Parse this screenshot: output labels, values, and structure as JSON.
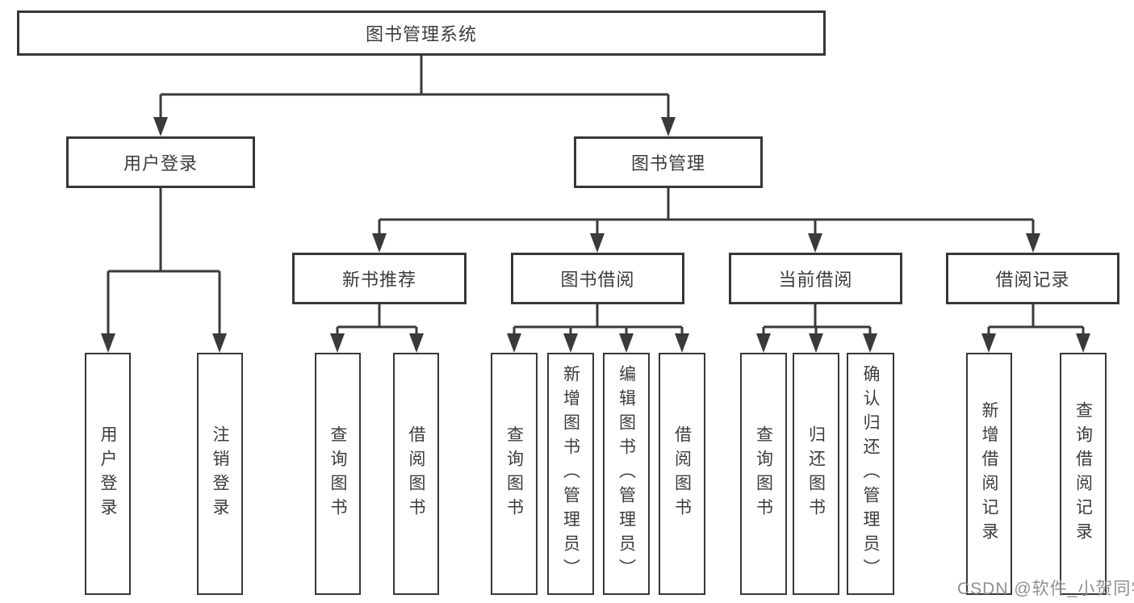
{
  "tree": {
    "label": "图书管理系统",
    "children": [
      {
        "label": "用户登录",
        "children": [
          {
            "label": "用户登录"
          },
          {
            "label": "注销登录"
          }
        ]
      },
      {
        "label": "图书管理",
        "children": [
          {
            "label": "新书推荐",
            "children": [
              {
                "label": "查询图书"
              },
              {
                "label": "借阅图书"
              }
            ]
          },
          {
            "label": "图书借阅",
            "children": [
              {
                "label": "查询图书"
              },
              {
                "label": "新增图书（管理员）"
              },
              {
                "label": "编辑图书（管理员）"
              },
              {
                "label": "借阅图书"
              }
            ]
          },
          {
            "label": "当前借阅",
            "children": [
              {
                "label": "查询图书"
              },
              {
                "label": "归还图书"
              },
              {
                "label": "确认归还（管理员）"
              }
            ]
          },
          {
            "label": "借阅记录",
            "children": [
              {
                "label": "新增借阅记录"
              },
              {
                "label": "查询借阅记录"
              }
            ]
          }
        ]
      }
    ]
  },
  "watermark": "CSDN @软件_小贺同学",
  "colors": {
    "line": "#3a3a3a",
    "border": "#373737",
    "text": "#3c3c3c",
    "watermark_text": "#8f8f8f",
    "background": "#ffffff"
  }
}
